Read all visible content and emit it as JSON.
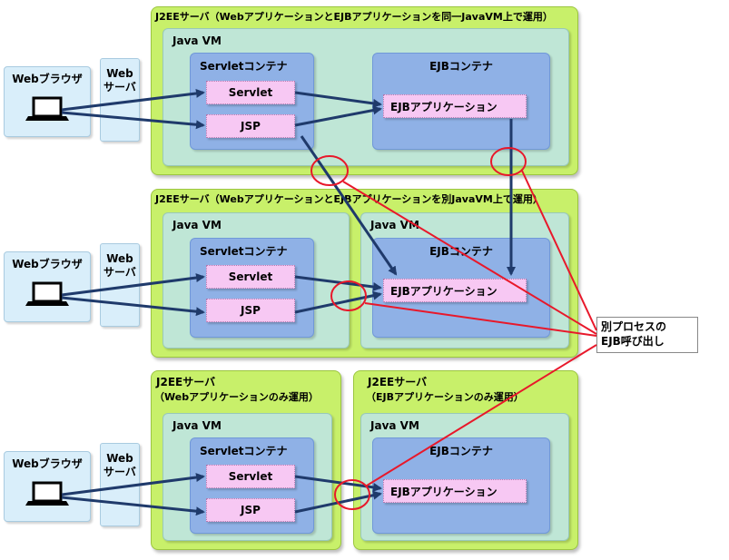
{
  "servers": [
    {
      "title": "J2EEサーバ（WebアプリケーションとEJBアプリケーションを同一JavaVM上で運用）",
      "vm_left": "Java VM",
      "servlet_container": "Servletコンテナ",
      "ejb_container": "EJBコンテナ"
    },
    {
      "title": "J2EEサーバ（WebアプリケーションとEJBアプリケーションを別JavaVM上で運用）",
      "vm_left": "Java VM",
      "vm_right": "Java VM",
      "servlet_container": "Servletコンテナ",
      "ejb_container": "EJBコンテナ"
    },
    {
      "title_left_1": "J2EEサーバ",
      "title_left_2": "（Webアプリケーションのみ運用）",
      "title_right_1": "J2EEサーバ",
      "title_right_2": "（EJBアプリケーションのみ運用）",
      "vm_left": "Java VM",
      "vm_right": "Java VM",
      "servlet_container": "Servletコンテナ",
      "ejb_container": "EJBコンテナ"
    }
  ],
  "labels": {
    "web_browser": "Webブラウザ",
    "web_server_1": "Web",
    "web_server_2": "サーバ",
    "servlet": "Servlet",
    "jsp": "JSP",
    "ejb_application": "EJBアプリケーション"
  },
  "callout": {
    "line1": "別プロセスの",
    "line2": "EJB呼び出し"
  },
  "colors": {
    "server": "#c8f06a",
    "java_vm": "#bfe6d6",
    "container": "#8fb1e6",
    "component": "#f7c8f3",
    "arrow": "#1f3a6b",
    "highlight": "#e8182a"
  }
}
